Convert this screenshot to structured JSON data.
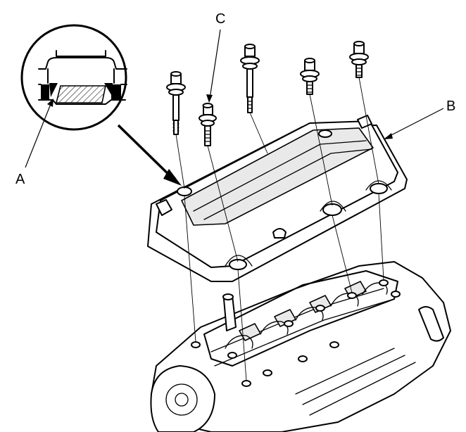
{
  "diagram": {
    "callouts": {
      "a": "A",
      "b": "B",
      "c": "C"
    },
    "parts": {
      "inset": "gasket-detail-inset",
      "cover": "valve-cover",
      "bolts": "cover-bolts",
      "head": "cylinder-head"
    }
  }
}
